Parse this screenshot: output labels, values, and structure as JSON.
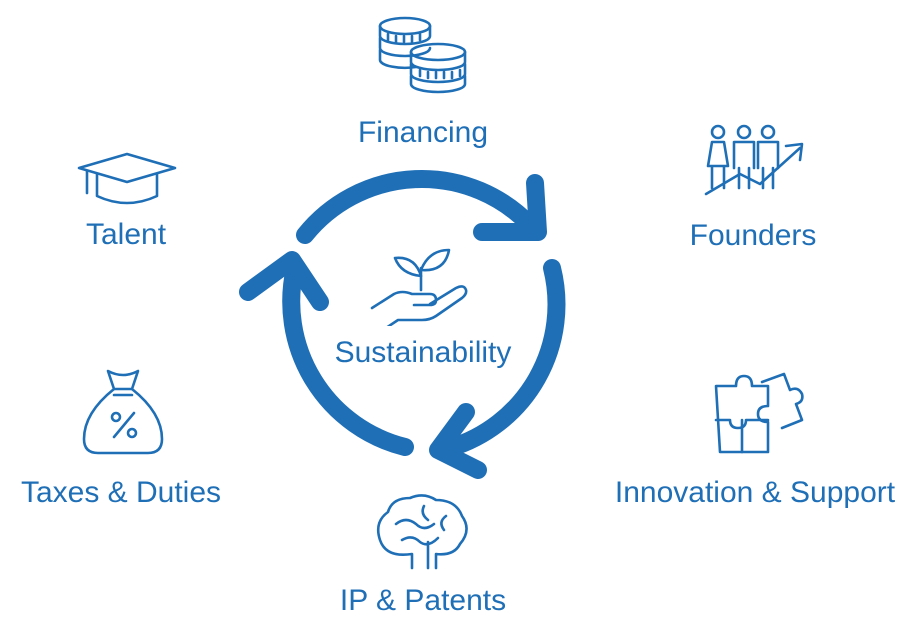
{
  "center": {
    "label": "Sustainability",
    "icon": "hand-with-plant-icon"
  },
  "nodes": [
    {
      "id": "financing",
      "label": "Financing",
      "icon": "coins-stack-icon"
    },
    {
      "id": "founders",
      "label": "Founders",
      "icon": "people-growth-arrow-icon"
    },
    {
      "id": "innovation",
      "label": "Innovation & Support",
      "icon": "puzzle-pieces-icon"
    },
    {
      "id": "ip",
      "label": "IP & Patents",
      "icon": "brain-icon"
    },
    {
      "id": "taxes",
      "label": "Taxes & Duties",
      "icon": "percent-money-bag-icon"
    },
    {
      "id": "talent",
      "label": "Talent",
      "icon": "graduation-cap-icon"
    }
  ],
  "colors": {
    "accent": "#1f6fb7",
    "background": "#ffffff"
  }
}
